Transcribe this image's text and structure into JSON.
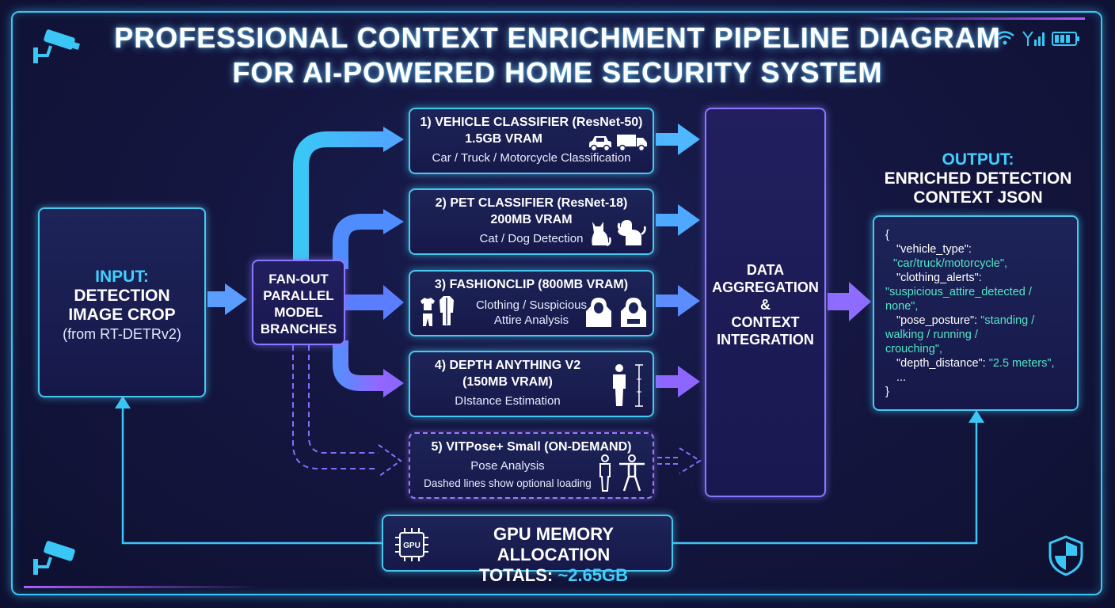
{
  "title": {
    "line1": "PROFESSIONAL CONTEXT ENRICHMENT PIPELINE DIAGRAM",
    "line2": "FOR AI-POWERED HOME SECURITY SYSTEM"
  },
  "input": {
    "head": "INPUT:",
    "line1": "DETECTION",
    "line2": "IMAGE CROP",
    "sub": "(from RT-DETRv2)"
  },
  "fanout": {
    "line1": "FAN-OUT",
    "line2": "PARALLEL",
    "line3": "MODEL",
    "line4": "BRANCHES"
  },
  "models": [
    {
      "title": "1) VEHICLE CLASSIFIER (ResNet-50)",
      "vram": "1.5GB VRAM",
      "desc": "Car / Truck / Motorcycle Classification"
    },
    {
      "title": "2) PET CLASSIFIER (ResNet-18)",
      "vram": "200MB VRAM",
      "desc": "Cat / Dog Detection"
    },
    {
      "title": "3) FASHIONCLIP (800MB VRAM)",
      "desc1": "Clothing / Suspicious",
      "desc2": "Attire Analysis"
    },
    {
      "title": "4) DEPTH ANYTHING V2",
      "vram": "(150MB VRAM)",
      "desc": "DIstance Estimation"
    },
    {
      "title": "5) VITPose+ Small (ON-DEMAND)",
      "desc": "Pose Analysis",
      "note": "Dashed lines show optional loading"
    }
  ],
  "aggregation": {
    "line1": "DATA",
    "line2": "AGGREGATION",
    "line3": "&",
    "line4": "CONTEXT",
    "line5": "INTEGRATION"
  },
  "output": {
    "head": "OUTPUT:",
    "line1": "ENRICHED DETECTION",
    "line2": "CONTEXT JSON",
    "json": {
      "open": "{",
      "k1": "\"vehicle_type\":",
      "v1": "\"car/truck/motorcycle\",",
      "k2": "\"clothing_alerts\":",
      "v2a": "\"suspicious_attire_detected /",
      "v2b": "none\",",
      "k3": "\"pose_posture\":",
      "v3a": "\"standing /",
      "v3b": "walking / running /",
      "v3c": "crouching\",",
      "k4": "\"depth_distance\":",
      "v4": "\"2.5 meters\",",
      "ellipsis": "...",
      "close": "}"
    }
  },
  "gpu": {
    "chip_label": "GPU",
    "line1": "GPU MEMORY ALLOCATION",
    "line2_prefix": "TOTALS:",
    "line2_value": "~2.65GB"
  },
  "colors": {
    "cyan": "#3fd0ff",
    "border_cyan": "#47c8f0",
    "purple": "#8a78ff",
    "json_value": "#54e6c6",
    "background": "#141640"
  },
  "icons": [
    "security-camera-icon",
    "wifi-icon",
    "signal-icon",
    "battery-icon",
    "car-icon",
    "truck-icon",
    "cat-icon",
    "dog-icon",
    "shirt-icon",
    "pants-icon",
    "jacket-icon",
    "hoodie-icon",
    "person-icon",
    "ruler-icon",
    "gpu-chip-icon",
    "shield-icon"
  ]
}
